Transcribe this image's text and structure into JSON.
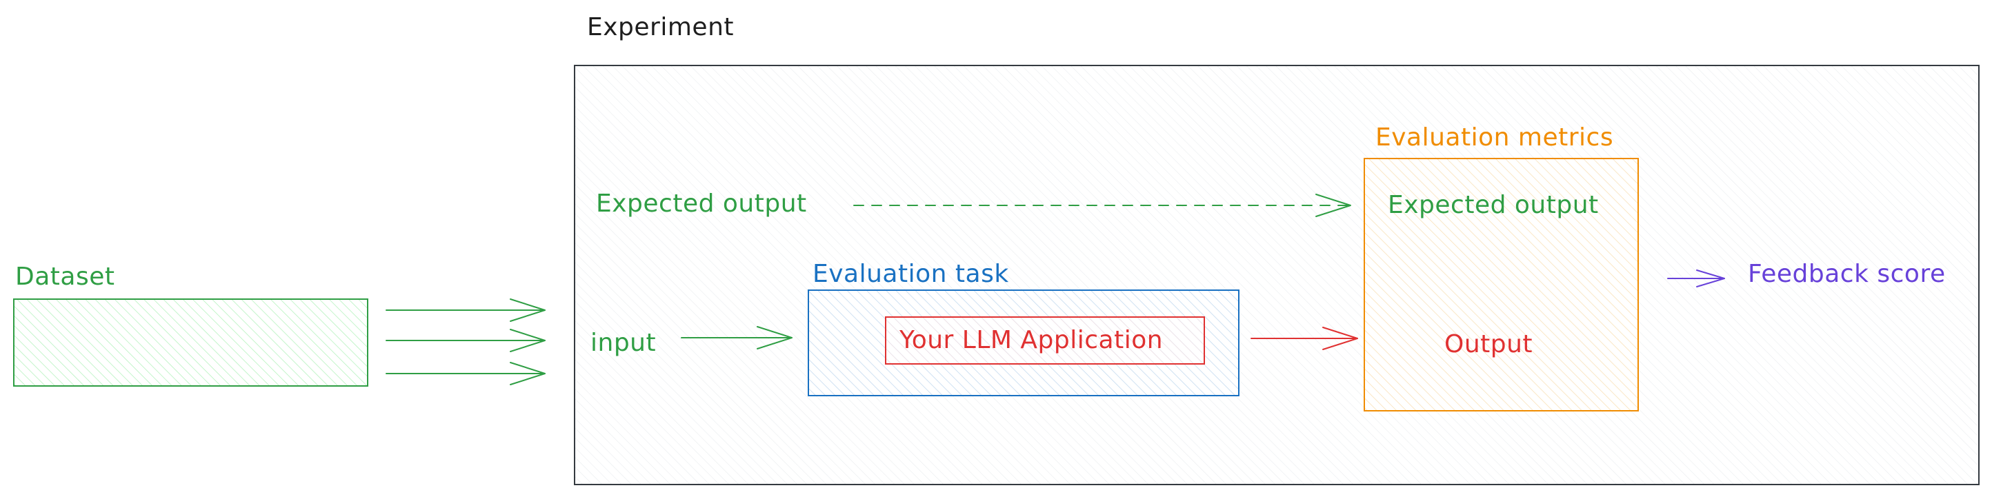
{
  "experiment": {
    "title": "Experiment"
  },
  "dataset": {
    "label": "Dataset"
  },
  "expected_output_source": {
    "label": "Expected output"
  },
  "input": {
    "label": "input"
  },
  "evaluation_task": {
    "title": "Evaluation task",
    "app_label": "Your LLM Application"
  },
  "evaluation_metrics": {
    "title": "Evaluation metrics",
    "expected_output_label": "Expected output",
    "output_label": "Output"
  },
  "feedback": {
    "label": "Feedback score"
  },
  "colors": {
    "green": "#2f9e44",
    "blue": "#1971c2",
    "red": "#e03131",
    "orange": "#f08c00",
    "purple": "#6741d9",
    "dark": "#1e1e1e"
  }
}
